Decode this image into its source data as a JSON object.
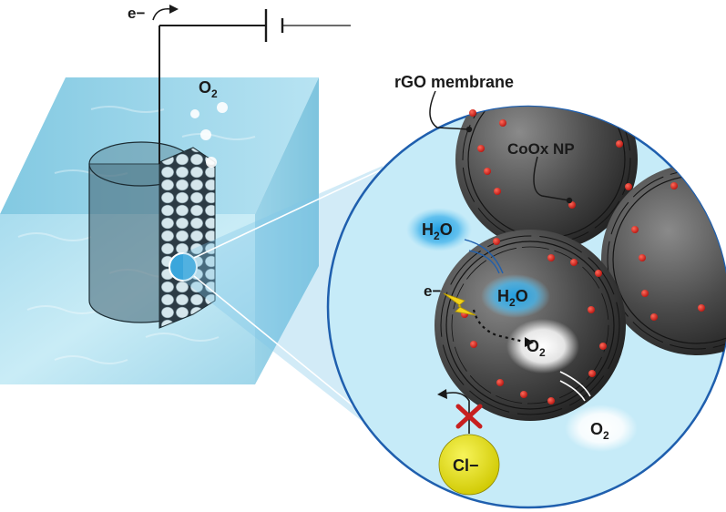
{
  "labels": {
    "electron_top": "e−",
    "o2_bubbles": "O",
    "o2_bubbles_sub": "2",
    "membrane": "rGO membrane",
    "nanoparticle": "CoOx NP",
    "water_outer": "H",
    "water_outer_sub": "2",
    "water_outer_tail": "O",
    "water_inner": "H",
    "water_inner_sub": "2",
    "water_inner_tail": "O",
    "electron_inner": "e−",
    "o2_inner": "O",
    "o2_inner_sub": "2",
    "o2_released": "O",
    "o2_released_sub": "2",
    "chloride": "Cl−"
  },
  "colors": {
    "water_light": "#bfe6f2",
    "water_mid": "#8cd0e6",
    "circle_fill": "#c6ebf8",
    "circle_stroke": "#1f5fae",
    "sphere_dark": "#3a3a3a",
    "sphere_mid": "#6a6a6a",
    "np_red": "#d8251c",
    "chloride_yellow": "#e9e40a",
    "block_marker_red": "#cc2222",
    "lightning": "#f2d21b"
  },
  "icons": {
    "lightning": "lightning-bolt-icon",
    "block": "x-block-icon",
    "battery": "battery-icon"
  }
}
